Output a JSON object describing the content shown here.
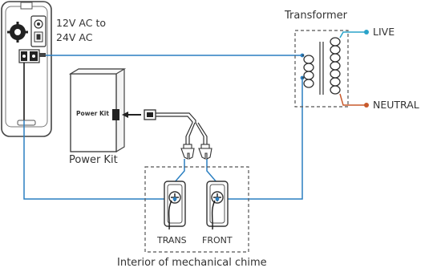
{
  "doorbell": {
    "voltage_label_line1": "12V AC to",
    "voltage_label_line2": "24V AC"
  },
  "transformer": {
    "title": "Transformer",
    "live_label": "LIVE",
    "neutral_label": "NEUTRAL"
  },
  "power_kit": {
    "box_text": "Power Kit",
    "caption": "Power Kit"
  },
  "chime": {
    "terminal_trans_label": "TRANS",
    "terminal_front_label": "FRONT",
    "caption": "Interior of mechanical chime"
  },
  "colors": {
    "wire": "#2a7fc1",
    "wire_black": "#1a1a1a",
    "live_dot": "#2aa3c9",
    "neutral_dot": "#c85a2c",
    "outline": "#555555"
  }
}
